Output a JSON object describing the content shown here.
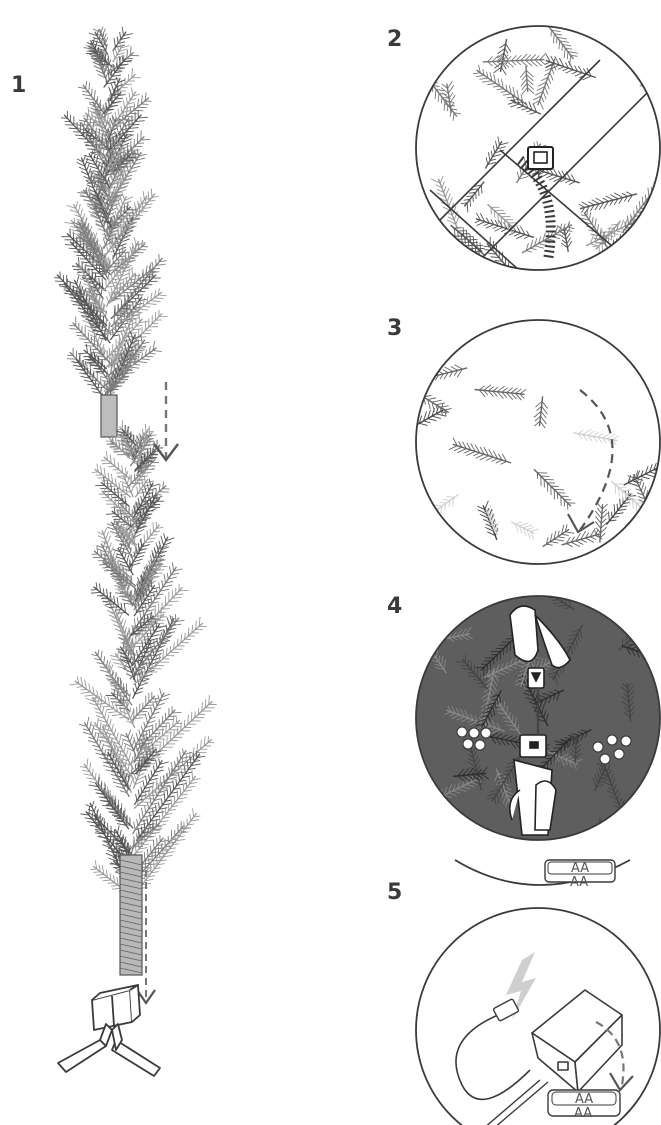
{
  "steps": [
    {
      "number": "1"
    },
    {
      "number": "2"
    },
    {
      "number": "3"
    },
    {
      "number": "4"
    },
    {
      "number": "5"
    }
  ],
  "battery": {
    "label_top": "AA",
    "label_mid": "AA",
    "label_bottom": "AA",
    "label_bottom2": "AA"
  },
  "colors": {
    "ink": "#3a3a3a",
    "dark_needles": "#555555",
    "light_needles": "#9a9a9a",
    "foliage_mid": "#7a7a7a",
    "dashed_arrow": "#777777",
    "usb_bolt": "#cfcfcf",
    "led": "#ffffff"
  }
}
